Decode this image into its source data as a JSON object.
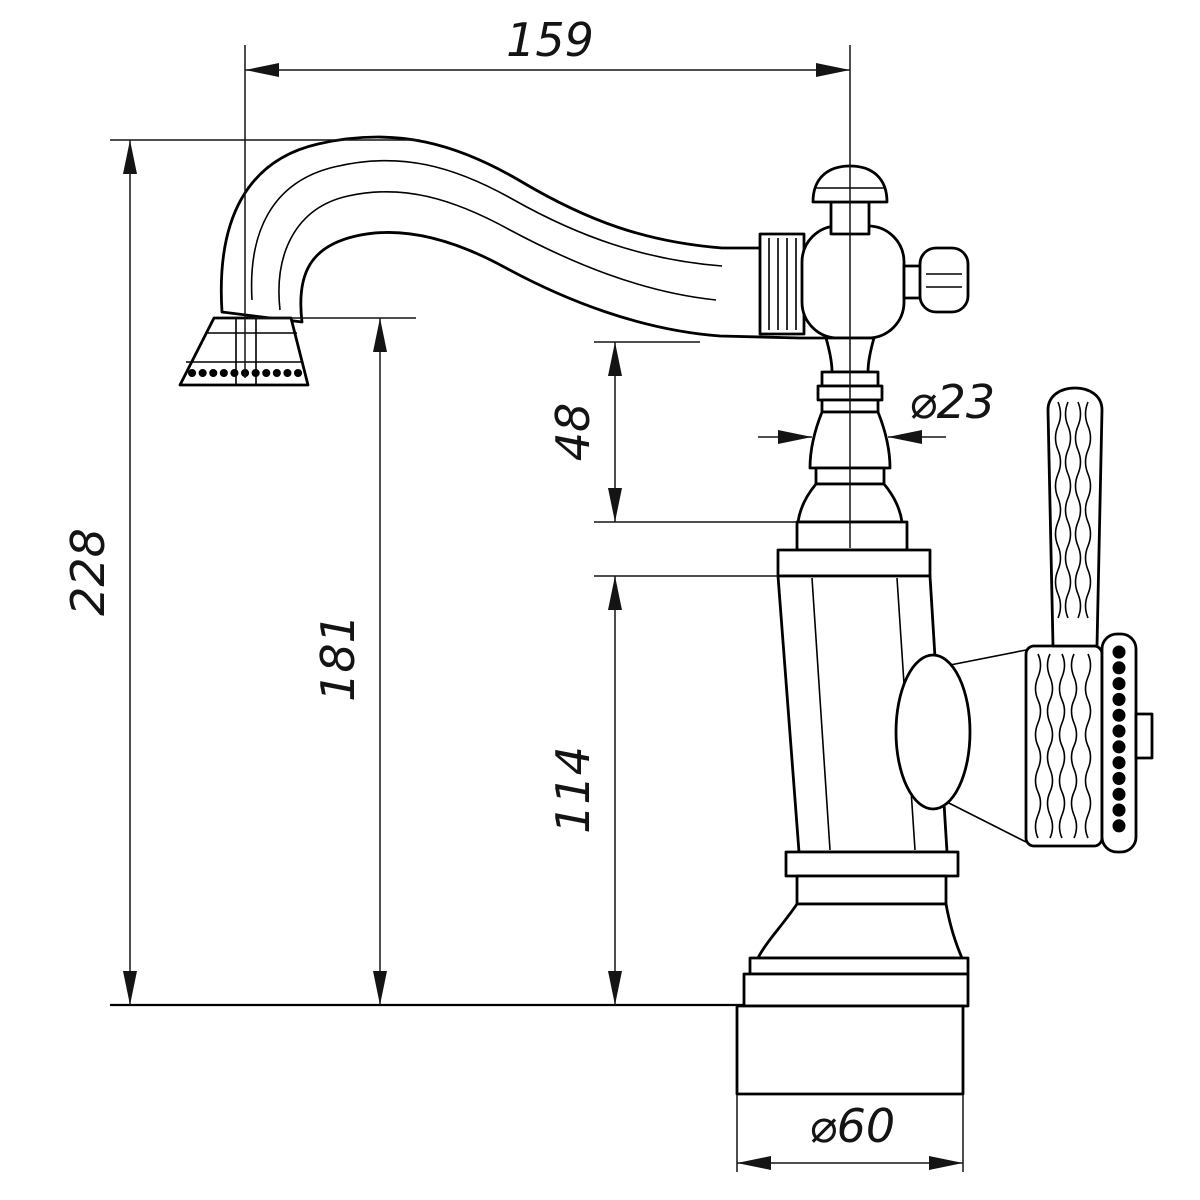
{
  "page": {
    "background": "#ffffff",
    "line_color": "#000000"
  },
  "drawing": {
    "type": "technical-dimension-drawing",
    "subject": "classic single-lever basin faucet, side elevation",
    "dims": {
      "spout_reach": "159",
      "overall_height": "228",
      "spout_height": "181",
      "spout_clearance": "48",
      "body_height": "114",
      "neck_diameter": "⌀23",
      "base_diameter": "⌀60"
    }
  }
}
